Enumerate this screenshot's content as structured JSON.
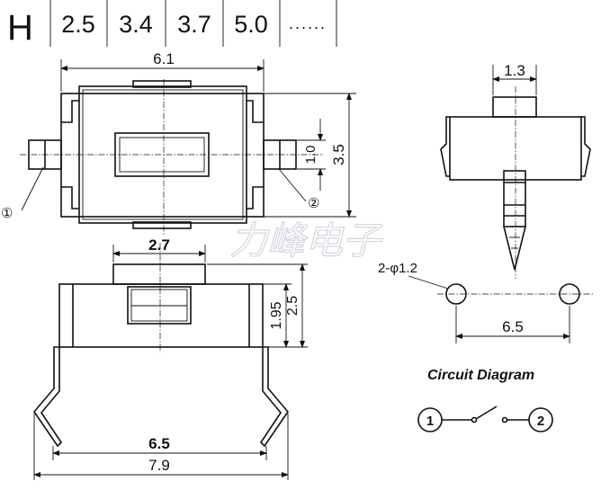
{
  "header": {
    "letter": "H",
    "heights": [
      "2.5",
      "3.4",
      "3.7",
      "5.0"
    ],
    "more": "......"
  },
  "dimensions": {
    "top_width": "6.1",
    "top_height": "3.5",
    "pin_width": "1.0",
    "side_width": "1.3",
    "actuator_width": "2.7",
    "body_height": "1.95",
    "total_height": "2.5",
    "pin_pitch": "6.5",
    "lead_span": "6.5",
    "total_span": "7.9"
  },
  "labels": {
    "pin1": "①",
    "pin2": "②",
    "hole_note": "2-φ1.2"
  },
  "circuit": {
    "title": "Circuit Diagram",
    "node1": "1",
    "node2": "2"
  },
  "watermark": "力峰电子"
}
